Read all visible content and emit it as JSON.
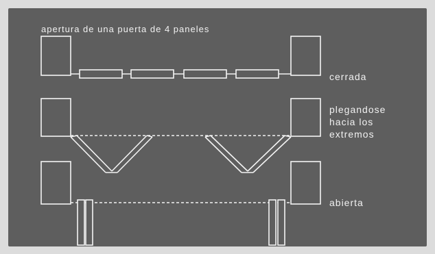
{
  "diagram": {
    "title": "apertura de una puerta de 4 paneles",
    "states": {
      "closed": "cerrada",
      "folding_line1": "plegandose",
      "folding_line2": "hacia los",
      "folding_line3": "extremos",
      "open": "abierta"
    },
    "colors": {
      "background": "#5e5e5e",
      "line": "#f4f4f4",
      "frame": "#dcdcdc"
    }
  }
}
